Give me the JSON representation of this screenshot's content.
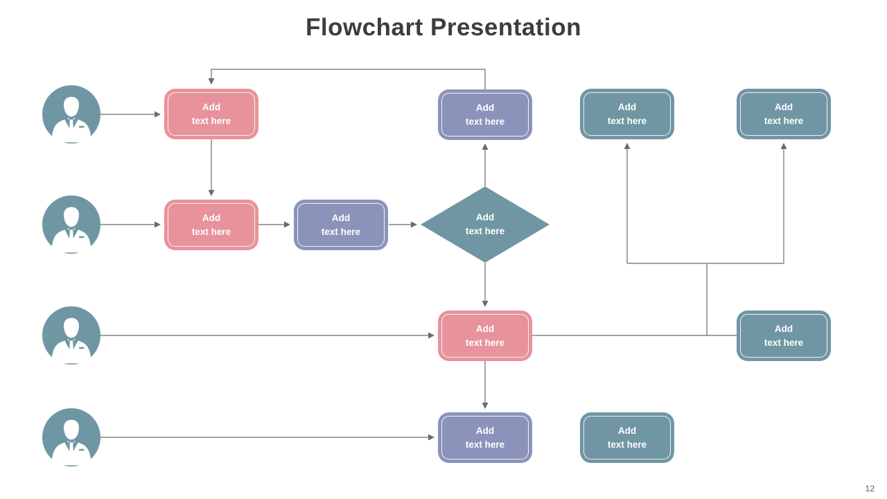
{
  "title": "Flowchart Presentation",
  "page_number": "12",
  "colors": {
    "pink": "#E8929B",
    "purple": "#8B93BA",
    "teal": "#7096A3",
    "person": "#6F96A3",
    "connector": "#6B6B6B",
    "title": "#3D3D3D",
    "page_number": "#595959"
  },
  "nodes": [
    {
      "id": "pink-r1",
      "shape": "rounded-rect",
      "color": "pink",
      "label": "Add\ntext here"
    },
    {
      "id": "purple-r1",
      "shape": "rounded-rect",
      "color": "purple",
      "label": "Add\ntext here"
    },
    {
      "id": "teal-r1a",
      "shape": "rounded-rect",
      "color": "teal",
      "label": "Add\ntext here"
    },
    {
      "id": "teal-r1b",
      "shape": "rounded-rect",
      "color": "teal",
      "label": "Add\ntext here"
    },
    {
      "id": "pink-r2",
      "shape": "rounded-rect",
      "color": "pink",
      "label": "Add\ntext here"
    },
    {
      "id": "purple-r2",
      "shape": "rounded-rect",
      "color": "purple",
      "label": "Add\ntext here"
    },
    {
      "id": "diamond",
      "shape": "diamond",
      "color": "teal",
      "label": "Add\ntext here"
    },
    {
      "id": "pink-r3",
      "shape": "rounded-rect",
      "color": "pink",
      "label": "Add\ntext here"
    },
    {
      "id": "teal-r3",
      "shape": "rounded-rect",
      "color": "teal",
      "label": "Add\ntext here"
    },
    {
      "id": "purple-r4",
      "shape": "rounded-rect",
      "color": "purple",
      "label": "Add\ntext here"
    },
    {
      "id": "teal-r4",
      "shape": "rounded-rect",
      "color": "teal",
      "label": "Add\ntext here"
    }
  ],
  "persons": [
    {
      "icon": "businessman-icon"
    },
    {
      "icon": "businessman-icon"
    },
    {
      "icon": "businessman-icon"
    },
    {
      "icon": "businessman-icon"
    }
  ]
}
